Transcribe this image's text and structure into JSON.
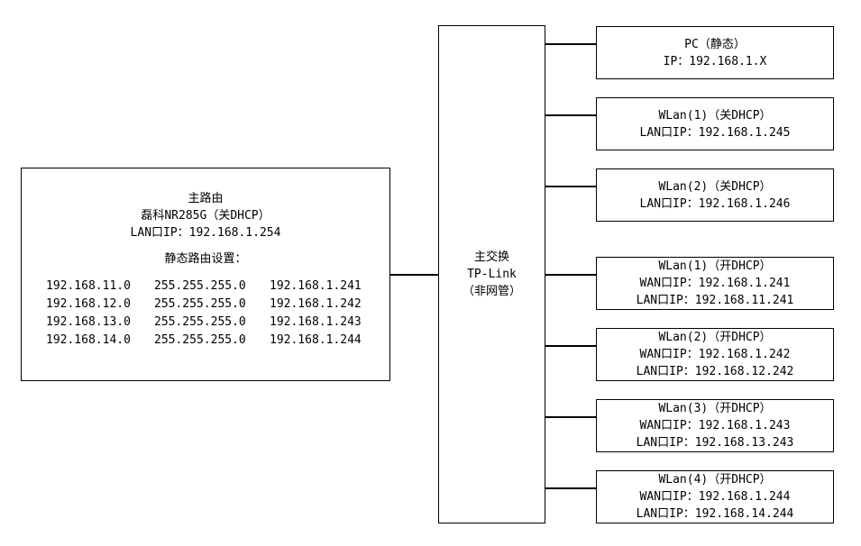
{
  "router": {
    "title": "主路由",
    "model": "磊科NR285G（关DHCP）",
    "lan_ip": "LAN口IP：192.168.1.254",
    "routes_title": "静态路由设置：",
    "routes": [
      [
        "192.168.11.0",
        "255.255.255.0",
        "192.168.1.241"
      ],
      [
        "192.168.12.0",
        "255.255.255.0",
        "192.168.1.242"
      ],
      [
        "192.168.13.0",
        "255.255.255.0",
        "192.168.1.243"
      ],
      [
        "192.168.14.0",
        "255.255.255.0",
        "192.168.1.244"
      ]
    ]
  },
  "switch": {
    "lines": [
      "主交换",
      "TP-Link",
      "（非网管）"
    ]
  },
  "devices": [
    {
      "lines": [
        "PC（静态）",
        "IP：192.168.1.X"
      ]
    },
    {
      "lines": [
        "WLan(1)（关DHCP）",
        "LAN口IP：192.168.1.245"
      ]
    },
    {
      "lines": [
        "WLan(2)（关DHCP）",
        "LAN口IP：192.168.1.246"
      ]
    },
    {
      "lines": [
        "WLan(1)（开DHCP）",
        "WAN口IP：192.168.1.241",
        "LAN口IP：192.168.11.241"
      ]
    },
    {
      "lines": [
        "WLan(2)（开DHCP）",
        "WAN口IP：192.168.1.242",
        "LAN口IP：192.168.12.242"
      ]
    },
    {
      "lines": [
        "WLan(3)（开DHCP）",
        "WAN口IP：192.168.1.243",
        "LAN口IP：192.168.13.243"
      ]
    },
    {
      "lines": [
        "WLan(4)（开DHCP）",
        "WAN口IP：192.168.1.244",
        "LAN口IP：192.168.14.244"
      ]
    }
  ]
}
